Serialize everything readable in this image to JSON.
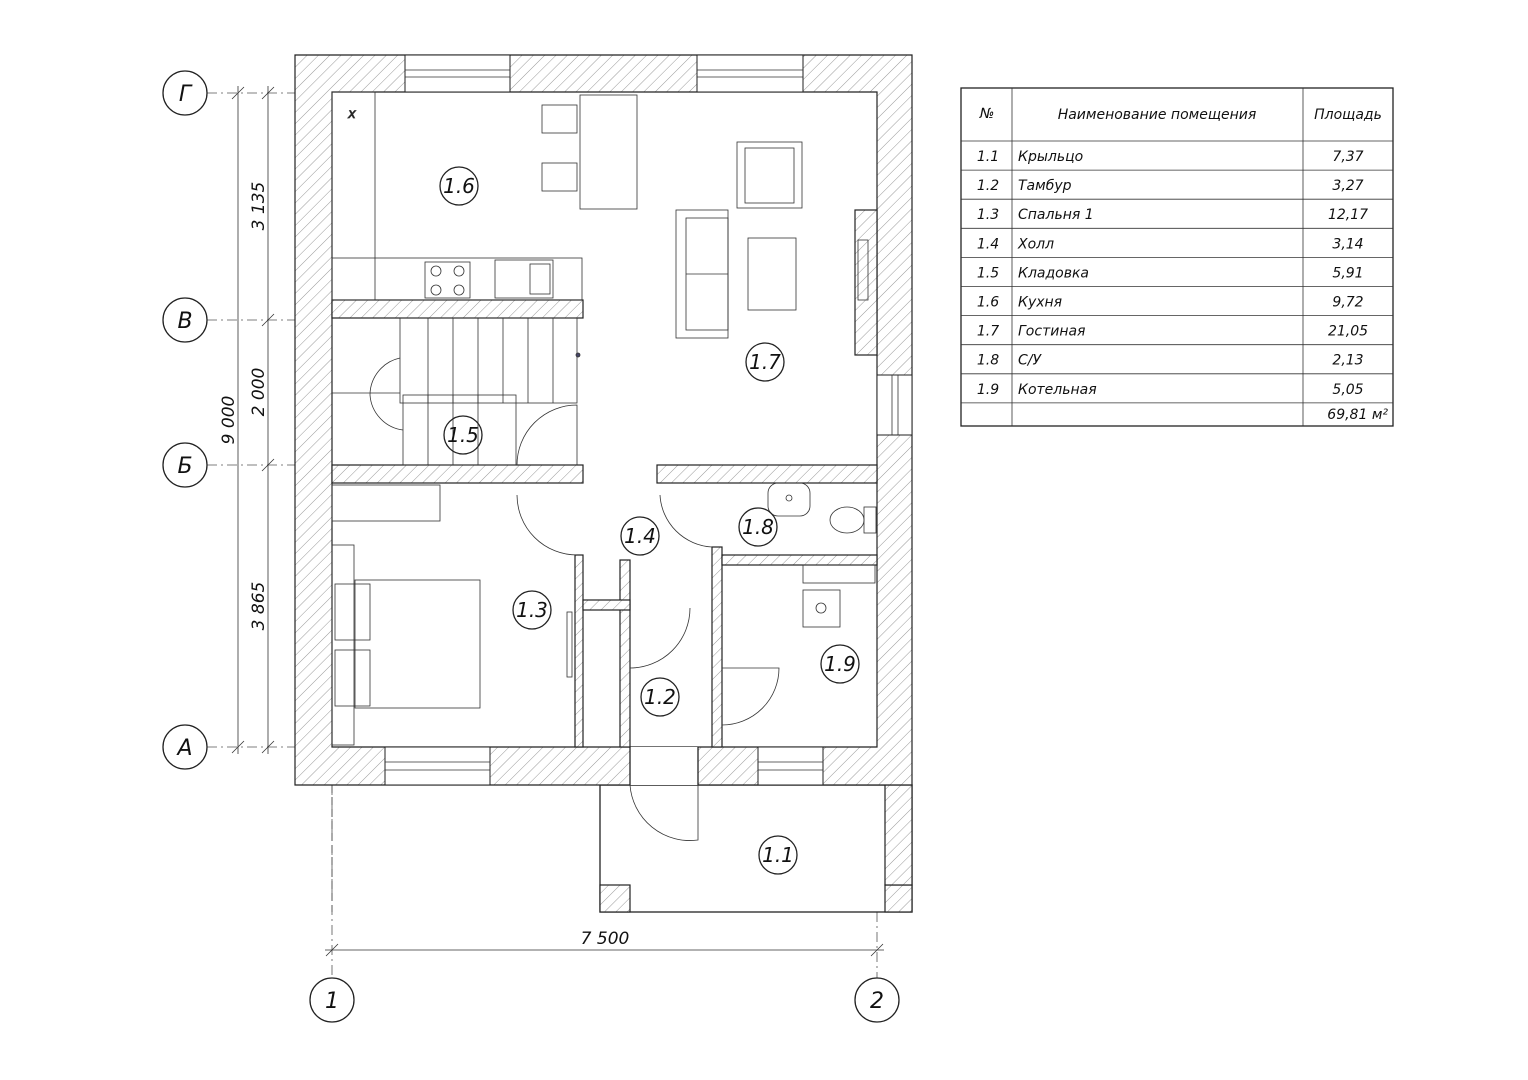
{
  "room_table": {
    "headers": {
      "num": "№",
      "name": "Наименование помещения",
      "area": "Площадь"
    },
    "rows": [
      {
        "num": "1.1",
        "name": "Крыльцо",
        "area": "7,37"
      },
      {
        "num": "1.2",
        "name": "Тамбур",
        "area": "3,27"
      },
      {
        "num": "1.3",
        "name": "Спальня 1",
        "area": "12,17"
      },
      {
        "num": "1.4",
        "name": "Холл",
        "area": "3,14"
      },
      {
        "num": "1.5",
        "name": "Кладовка",
        "area": "5,91"
      },
      {
        "num": "1.6",
        "name": "Кухня",
        "area": "9,72"
      },
      {
        "num": "1.7",
        "name": "Гостиная",
        "area": "21,05"
      },
      {
        "num": "1.8",
        "name": "С/У",
        "area": "2,13"
      },
      {
        "num": "1.9",
        "name": "Котельная",
        "area": "5,05"
      }
    ],
    "total": "69,81 м²"
  },
  "axes": {
    "g": "Г",
    "v": "В",
    "b": "Б",
    "a": "А",
    "one": "1",
    "two": "2"
  },
  "dimensions": {
    "total_depth": "9 000",
    "seg1": "3 135",
    "seg2": "2 000",
    "seg3": "3 865",
    "width": "7 500"
  },
  "room_tags": {
    "r11": "1.1",
    "r12": "1.2",
    "r13": "1.3",
    "r14": "1.4",
    "r15": "1.5",
    "r16": "1.6",
    "r17": "1.7",
    "r18": "1.8",
    "r19": "1.9"
  },
  "kitchen_mark": "x"
}
